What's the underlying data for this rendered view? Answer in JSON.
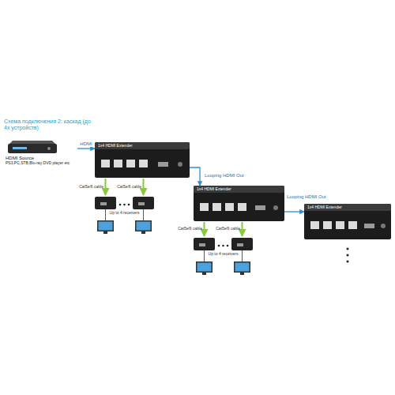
{
  "diagram": {
    "title": "Схема подключения 2: каскад (до 4х устройств)",
    "nodes": [
      {
        "text": [
          "HDMI Source",
          "PS3,PC,STB,Blu-ray DVD player etc"
        ]
      },
      {
        "text": [
          "1x4 HDMI Extender"
        ]
      },
      {
        "text": [
          "1x4 HDMI Extender"
        ]
      },
      {
        "text": [
          "1x4 HDMI Extender"
        ]
      }
    ],
    "edges": [
      {
        "from": 0,
        "to": 1,
        "label": "HDMI",
        "arrow": "to"
      },
      {
        "from": 1,
        "to": 2,
        "label": "Looping HDMI Out",
        "arrow": "to"
      },
      {
        "from": 2,
        "to": 3,
        "label": "Looping HDMI Out",
        "arrow": "to"
      }
    ],
    "labels": [
      "Cat5e/6 cable",
      "Cat5e/6 cable",
      "Up to 4 receivers",
      "Cat5e/6 cable",
      "Cat5e/6 cable",
      "Up to 4 receivers"
    ]
  }
}
